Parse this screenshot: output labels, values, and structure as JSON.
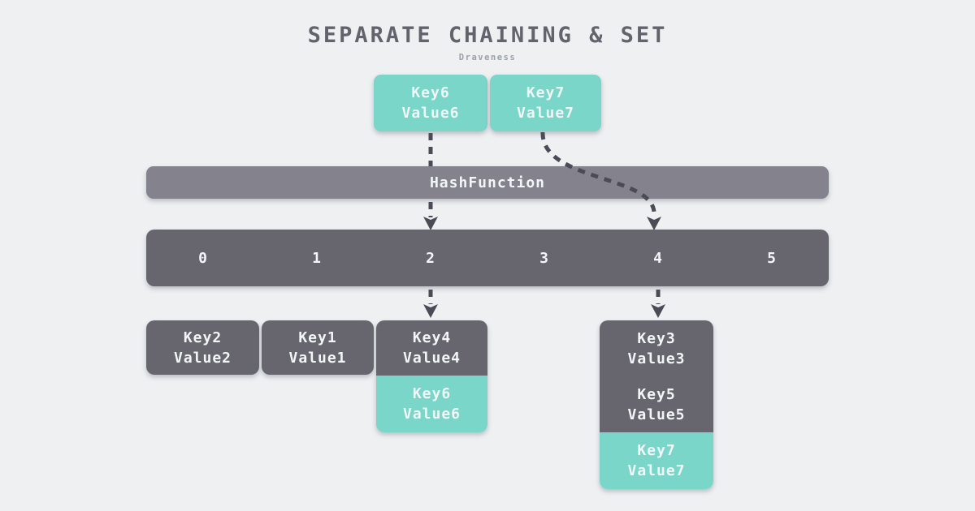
{
  "title": "SEPARATE CHAINING & SET",
  "subtitle": "Draveness",
  "hash_bar": {
    "label": "HashFunction"
  },
  "buckets": [
    "0",
    "1",
    "2",
    "3",
    "4",
    "5"
  ],
  "incoming": [
    {
      "key": "Key6",
      "value": "Value6"
    },
    {
      "key": "Key7",
      "value": "Value7"
    }
  ],
  "chains": [
    {
      "bucket": "0",
      "entries": [
        {
          "key": "Key2",
          "value": "Value2",
          "highlight": false
        }
      ]
    },
    {
      "bucket": "1",
      "entries": [
        {
          "key": "Key1",
          "value": "Value1",
          "highlight": false
        }
      ]
    },
    {
      "bucket": "2",
      "entries": [
        {
          "key": "Key4",
          "value": "Value4",
          "highlight": false
        },
        {
          "key": "Key6",
          "value": "Value6",
          "highlight": true
        }
      ]
    },
    {
      "bucket": "4",
      "entries": [
        {
          "key": "Key3",
          "value": "Value3",
          "highlight": false
        },
        {
          "key": "Key5",
          "value": "Value5",
          "highlight": false
        },
        {
          "key": "Key7",
          "value": "Value7",
          "highlight": true
        }
      ]
    }
  ],
  "colors": {
    "background": "#eef0f2",
    "teal": "#79d6c9",
    "slate": "#67666f",
    "graybar": "#84838d",
    "arrow": "#4b4b56",
    "title": "#63636d",
    "subtitle": "#9aa1aa",
    "text_light": "#f2f6f7"
  }
}
